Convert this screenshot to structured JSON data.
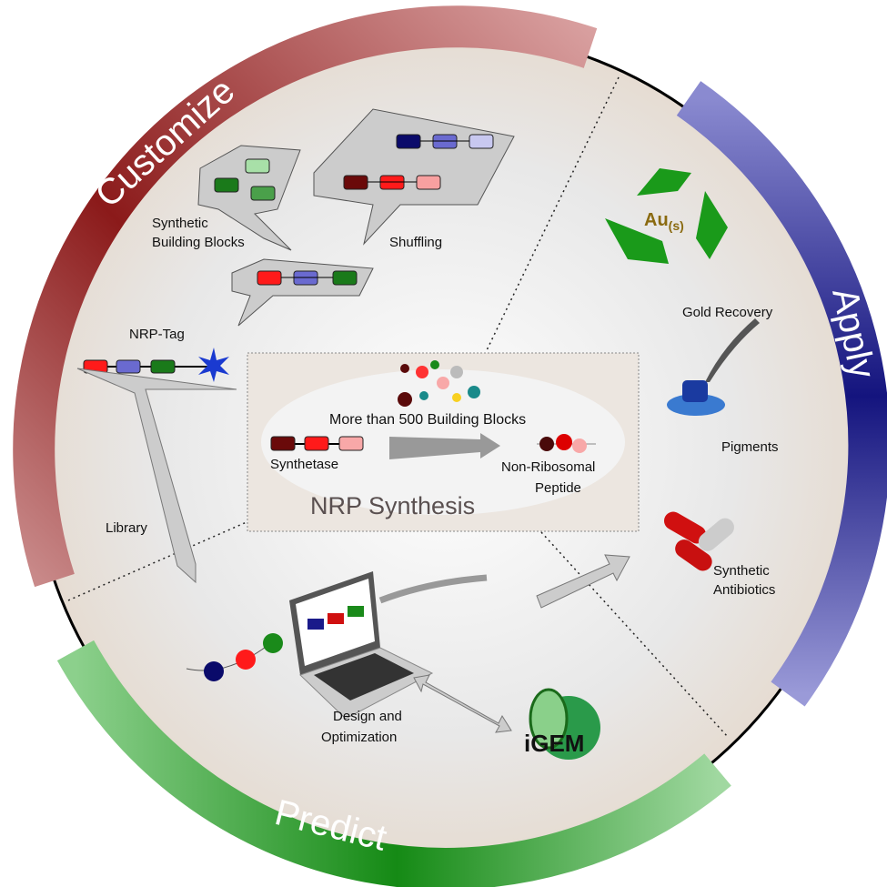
{
  "sections": {
    "customize": "Customize",
    "apply": "Apply",
    "predict": "Predict"
  },
  "colors": {
    "customize": "#8b1a1a",
    "apply": "#1a1a8a",
    "predict": "#1a8a1a"
  },
  "customize": {
    "synthetic_building_blocks_1": "Synthetic",
    "synthetic_building_blocks_2": "Building Blocks",
    "shuffling": "Shuffling",
    "nrp_tag": "NRP-Tag",
    "library": "Library"
  },
  "center": {
    "title": "NRP Synthesis",
    "building_blocks": "More than 500 Building Blocks",
    "synthetase": "Synthetase",
    "peptide_1": "Non-Ribosomal",
    "peptide_2": "Peptide"
  },
  "apply": {
    "gold_symbol": "Au",
    "gold_sub": "(s)",
    "gold_recovery": "Gold Recovery",
    "pigments": "Pigments",
    "antibiotics_1": "Synthetic",
    "antibiotics_2": "Antibiotics"
  },
  "predict": {
    "design_1": "Design and",
    "design_2": "Optimization",
    "igem": "iGEM"
  }
}
